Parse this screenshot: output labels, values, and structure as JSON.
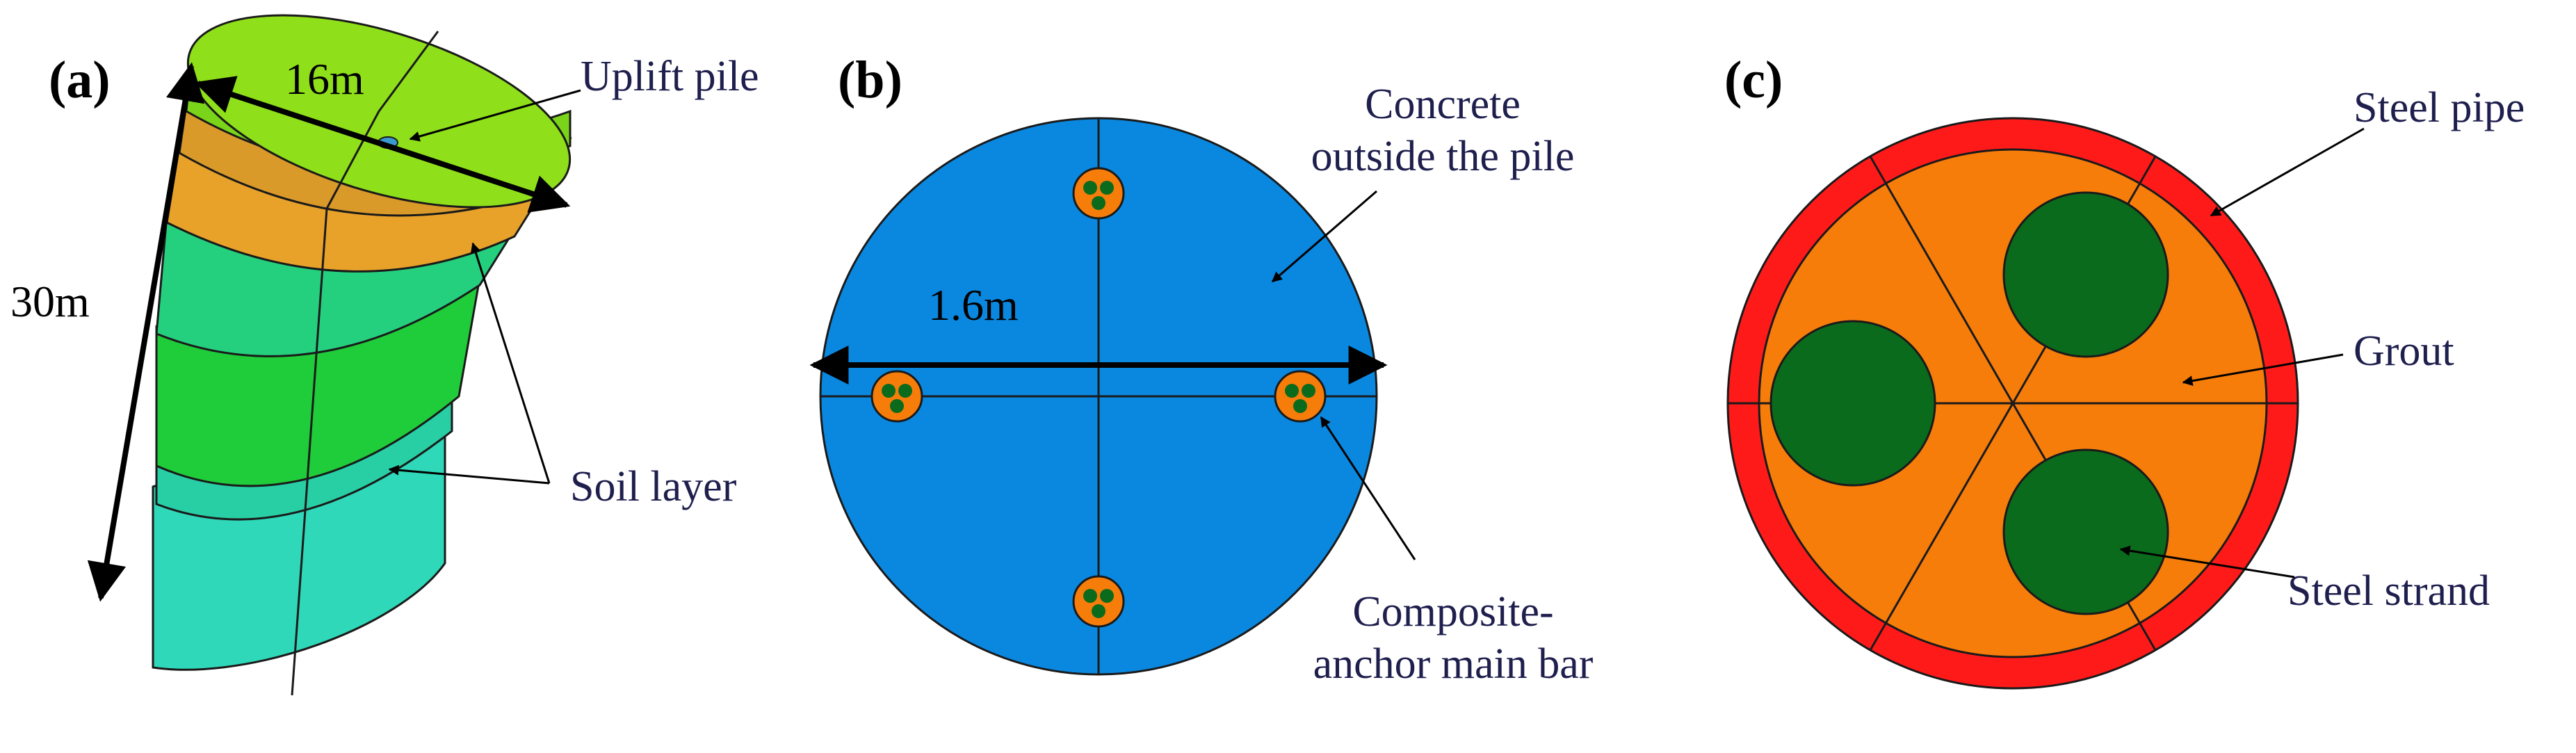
{
  "panels": {
    "a": {
      "label": "(a)",
      "dim_width": "16m",
      "dim_height": "30m",
      "callout_uplift": "Uplift pile",
      "callout_soil": "Soil layer"
    },
    "b": {
      "label": "(b)",
      "dim_diameter": "1.6m",
      "callout_concrete_line1": "Concrete",
      "callout_concrete_line2": "outside the pile",
      "callout_bar_line1": "Composite-",
      "callout_bar_line2": "anchor main bar"
    },
    "c": {
      "label": "(c)",
      "callout_pipe": "Steel pipe",
      "callout_grout": "Grout",
      "callout_strand": "Steel strand"
    }
  },
  "colors": {
    "soil_top": "#8fe01a",
    "soil_orange": "#e8a020",
    "soil_green": "#22d34a",
    "soil_teal": "#2ee0b0",
    "concrete": "#0a88e0",
    "steel_pipe": "#ff1a1a",
    "grout": "#f77d0a",
    "steel_strand": "#0b6b1c",
    "label_text": "#1f1f4e"
  }
}
